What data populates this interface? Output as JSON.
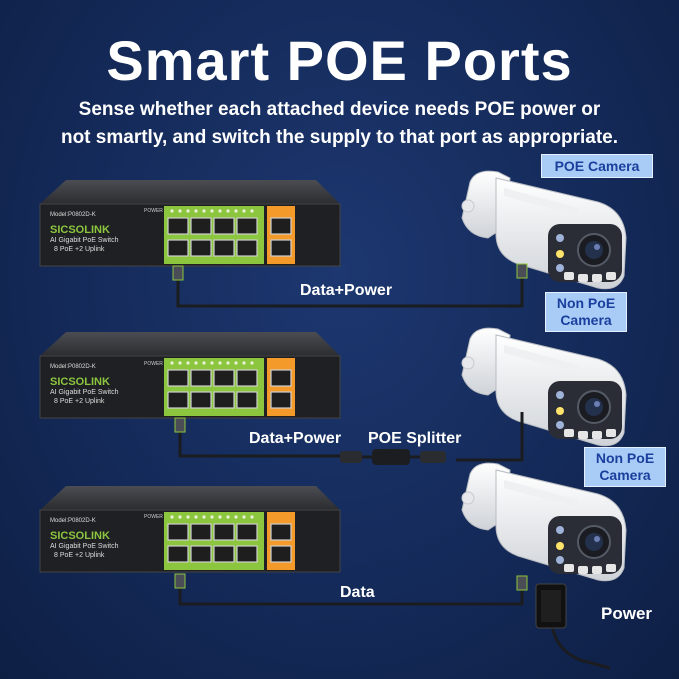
{
  "title": "Smart POE Ports",
  "subtitle_line1": "Sense whether each attached device needs POE power or",
  "subtitle_line2": "not smartly, and switch the supply to that port as appropriate.",
  "switch": {
    "model": "Model:P0802D-K",
    "brand": "SICSOLINK",
    "line1": "AI Gigabit PoE Switch",
    "line2": "8 PoE +2 Uplink",
    "power_label": "POWER"
  },
  "rows": [
    {
      "camera_tag": "POE Camera",
      "link_label": "Data+Power"
    },
    {
      "camera_tag": "Non PoE Camera",
      "link_label": "Data+Power",
      "splitter_label": "POE Splitter"
    },
    {
      "camera_tag": "Non PoE Camera",
      "link_label": "Data",
      "power_label": "Power"
    }
  ],
  "colors": {
    "background": "#142a59",
    "tag_bg": "#a9ccf7",
    "tag_text": "#1a3f9c",
    "poe_ports": "#8cc63f",
    "uplink_ports": "#f39a2b"
  }
}
